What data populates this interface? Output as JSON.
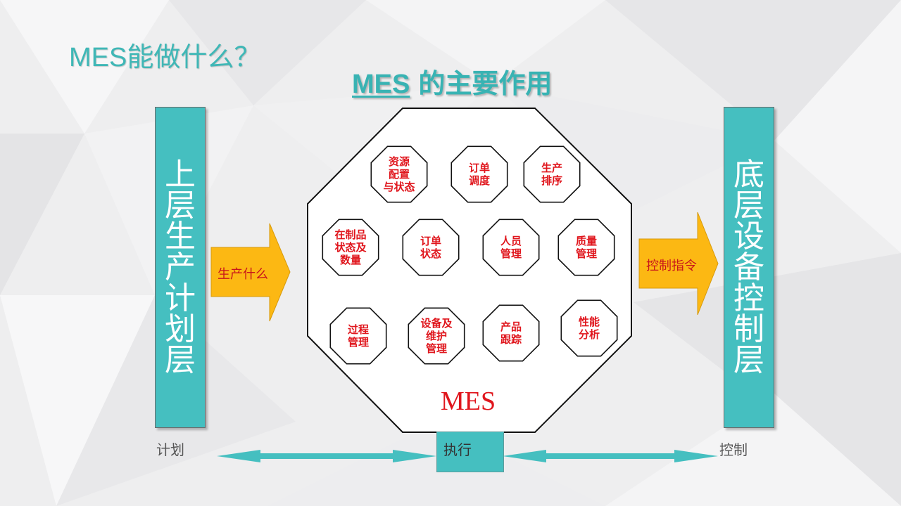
{
  "slide": {
    "heading": "MES能做什么？",
    "subheading_prefix": "MES",
    "subheading_rest": "的主要作用"
  },
  "left_pillar": {
    "text": "上层生产计划层"
  },
  "right_pillar": {
    "text": "底层设备控制层"
  },
  "arrows": {
    "left": {
      "text": "生产什么"
    },
    "right": {
      "text": "控制指令"
    }
  },
  "bottom_labels": {
    "plan": "计划",
    "execute": "执行",
    "control": "控制"
  },
  "center": {
    "label": "MES",
    "functions": [
      {
        "lines": [
          "资源",
          "配置",
          "与状态"
        ]
      },
      {
        "lines": [
          "订单",
          "调度"
        ]
      },
      {
        "lines": [
          "生产",
          "排序"
        ]
      },
      {
        "lines": [
          "在制品",
          "状态及",
          "数量"
        ]
      },
      {
        "lines": [
          "订单",
          "状态"
        ]
      },
      {
        "lines": [
          "人员",
          "管理"
        ]
      },
      {
        "lines": [
          "质量",
          "管理"
        ]
      },
      {
        "lines": [
          "过程",
          "管理"
        ]
      },
      {
        "lines": [
          "设备及",
          "维护",
          "管理"
        ]
      },
      {
        "lines": [
          "产品",
          "跟踪"
        ]
      },
      {
        "lines": [
          "性能",
          "分析"
        ]
      }
    ]
  },
  "colors": {
    "teal": "#45bfc0",
    "arrow_fill": "#fcb813",
    "function_text": "#e0161d"
  }
}
